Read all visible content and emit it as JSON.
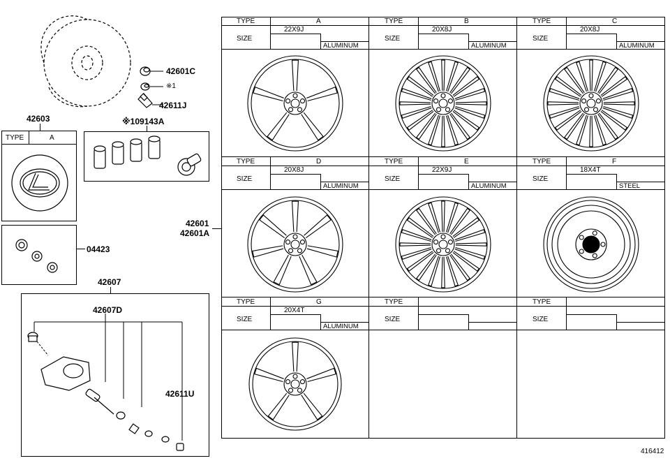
{
  "wheel_table": {
    "type_label": "TYPE",
    "size_label": "SIZE",
    "cells": [
      {
        "type": "A",
        "size": "22X9J",
        "material": "ALUMINUM"
      },
      {
        "type": "B",
        "size": "20X8J",
        "material": "ALUMINUM"
      },
      {
        "type": "C",
        "size": "20X8J",
        "material": "ALUMINUM"
      },
      {
        "type": "D",
        "size": "20X8J",
        "material": "ALUMINUM"
      },
      {
        "type": "E",
        "size": "22X9J",
        "material": "ALUMINUM"
      },
      {
        "type": "F",
        "size": "18X4T",
        "material": "STEEL"
      },
      {
        "type": "G",
        "size": "20X4T",
        "material": "ALUMINUM"
      },
      {
        "type": "",
        "size": "",
        "material": ""
      },
      {
        "type": "",
        "size": "",
        "material": ""
      }
    ]
  },
  "parts": {
    "p42601C": "42601C",
    "note1": "※1",
    "p42611J": "42611J",
    "p42603": "42603",
    "p09143A": "※109143A",
    "cap_type_label": "TYPE",
    "cap_type_value": "A",
    "p04423": "04423",
    "p42607": "42607",
    "p42607D": "42607D",
    "p42611U": "42611U",
    "p42601": "42601",
    "p42601A": "42601A"
  },
  "figure_id": "416412"
}
